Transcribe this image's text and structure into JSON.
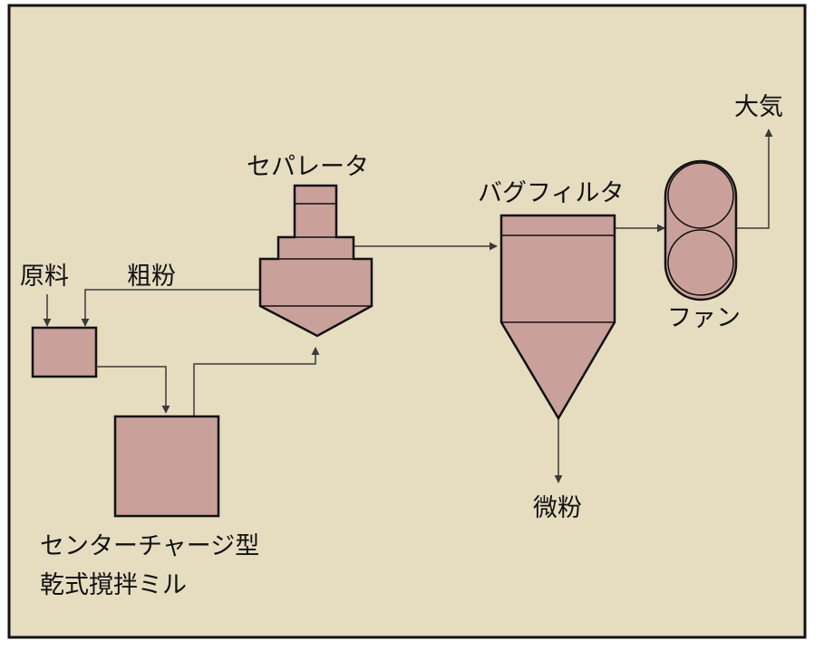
{
  "colors": {
    "background": "#e6dcc0",
    "equipment_fill": "#c9a19a",
    "stroke": "#111111",
    "line": "#3a3a3a"
  },
  "labels": {
    "raw_material": "原料",
    "coarse_powder": "粗粉",
    "separator": "セパレータ",
    "bag_filter": "バグフィルタ",
    "atmosphere": "大気",
    "fan": "ファン",
    "fine_powder": "微粉",
    "mill_line1": "センターチャージ型",
    "mill_line2": "乾式撹拌ミル"
  }
}
